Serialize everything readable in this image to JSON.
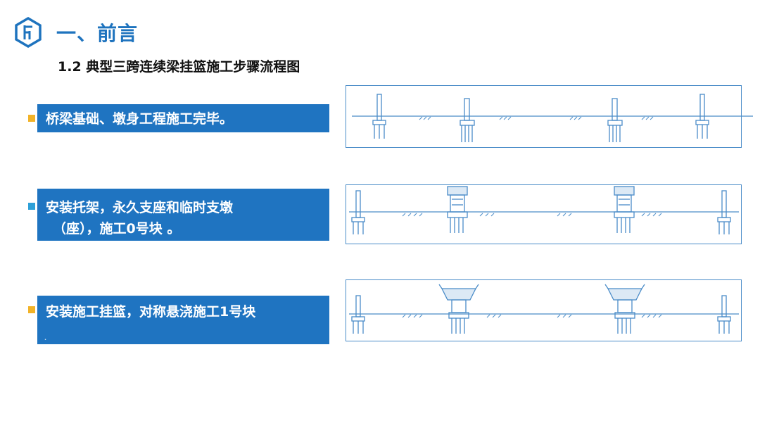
{
  "header": {
    "title": "一、前言",
    "subtitle": "1.2 典型三跨连续梁挂篮施工步骤流程图"
  },
  "steps": [
    {
      "lines": [
        "桥梁基础、墩身工程施工完毕。"
      ],
      "note": ""
    },
    {
      "lines": [
        "安装托架，永久支座和临时支墩",
        "（座），施工0号块 。"
      ],
      "note": ""
    },
    {
      "lines": [
        "安装施工挂篮，对称悬浇施工1号块"
      ],
      "note": "."
    }
  ],
  "colors": {
    "accent": "#1f74c1",
    "title": "#1e73be",
    "bullet_yellow": "#f2b328",
    "bullet_cyan": "#2ea0d8",
    "drawing": "#4a8cc8"
  },
  "icons": [
    "company-logo-icon",
    "bullet-square-icon",
    "pier-icon",
    "soil-hatch-icon",
    "hanging-basket-icon"
  ]
}
